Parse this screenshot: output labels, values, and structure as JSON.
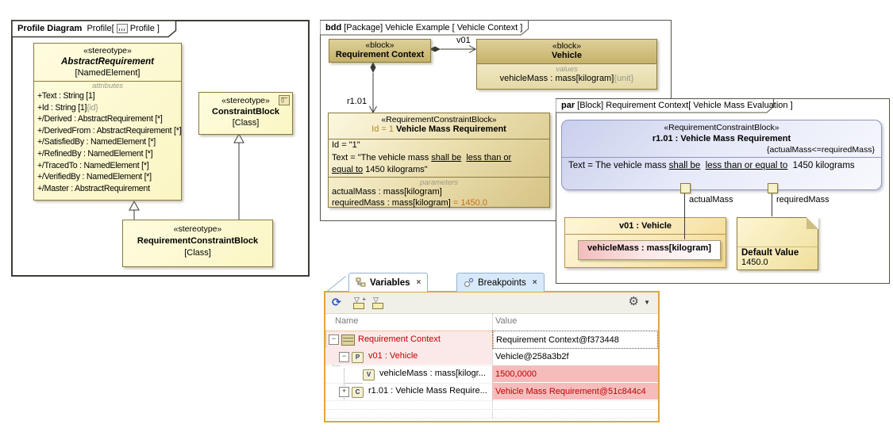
{
  "profile": {
    "tab": {
      "bold": "Profile Diagram",
      "pre": "Profile[",
      "post": "Profile ]"
    },
    "abstract_requirement": {
      "stereotype": "«stereotype»",
      "name": "AbstractRequirement",
      "meta": "[NamedElement]",
      "section": "attributes",
      "a1": "+Text : String [1]",
      "a2_base": "+Id : String [1]",
      "a2_tag": "{id}",
      "a3": "+/Derived : AbstractRequirement [*]",
      "a4": "+/DerivedFrom : AbstractRequirement [*]",
      "a5": "+/SatisfiedBy : NamedElement [*]",
      "a6": "+/RefinedBy : NamedElement [*]",
      "a7": "+/TracedTo : NamedElement [*]",
      "a8": "+/VerifiedBy : NamedElement [*]",
      "a9": "+/Master : AbstractRequirement"
    },
    "constraint_block": {
      "stereotype": "«stereotype»",
      "name": "ConstraintBlock",
      "meta": "[Class]"
    },
    "req_constraint_block": {
      "stereotype": "«stereotype»",
      "name": "RequirementConstraintBlock",
      "meta": "[Class]"
    }
  },
  "bdd": {
    "tab": {
      "bold": "bdd",
      "rest": " [Package] Vehicle Example [ Vehicle Context ]"
    },
    "req_context": {
      "stereotype": "«block»",
      "name": "Requirement Context"
    },
    "vehicle": {
      "stereotype": "«block»",
      "name": "Vehicle",
      "section": "values",
      "value_base": "vehicleMass : mass[kilogram]",
      "value_tag": "{unit}"
    },
    "v01_label": "v01",
    "r101_label": "r1.01",
    "vmr": {
      "stereotype": "«RequirementConstraintBlock»",
      "title_id": "Id = 1",
      "title_name": "Vehicle Mass Requirement",
      "line1": "Id = \"1\"",
      "t_pre": "Text = \"The vehicle mass ",
      "t_u1": "shall be",
      "t_sp": "  ",
      "t_u2": "less than or",
      "t_u3": "equal to",
      "t_post": " 1450 kilograms\"",
      "section": "parameters",
      "p1": "actualMass : mass[kilogram]",
      "p2_base": "requiredMass : mass[kilogram]",
      "p2_val": " = 1450.0"
    }
  },
  "par": {
    "tab": {
      "bold": "par",
      "rest": " [Block] Requirement Context[ Vehicle Mass Evaluation ]"
    },
    "constraint": {
      "stereotype": "«RequirementConstraintBlock»",
      "name": "r1.01 : Vehicle Mass Requirement",
      "expr": "{actualMass<=requiredMass}",
      "t_pre": "Text = The vehicle mass ",
      "t_u1": "shall be",
      "t_sp": "  ",
      "t_u2": "less than or equal to",
      "t_post": "  1450 kilograms"
    },
    "port1": "actualMass",
    "port2": "requiredMass",
    "vehicle_part": {
      "title": "v01 : Vehicle",
      "value": "vehicleMass : mass[kilogram]"
    },
    "note": {
      "title": "Default Value",
      "value": "1450.0"
    }
  },
  "debug": {
    "tabs": [
      {
        "label": "Variables",
        "close": "×"
      },
      {
        "label": "Breakpoints",
        "close": "×"
      }
    ],
    "columns": {
      "name": "Name",
      "value": "Value"
    },
    "rows": [
      {
        "expand": "−",
        "name": "Requirement Context",
        "value": "Requirement Context@f373448"
      },
      {
        "expand": "−",
        "badge": "P",
        "name": "v01 : Vehicle",
        "value": "Vehicle@258a3b2f"
      },
      {
        "badge": "V",
        "name": "vehicleMass : mass[kilogr...",
        "value": "1500,0000"
      },
      {
        "expand": "+",
        "badge": "C",
        "name": "r1.01 : Vehicle Mass Require...",
        "value": "Vehicle Mass Requirement@51c844c4"
      }
    ]
  }
}
